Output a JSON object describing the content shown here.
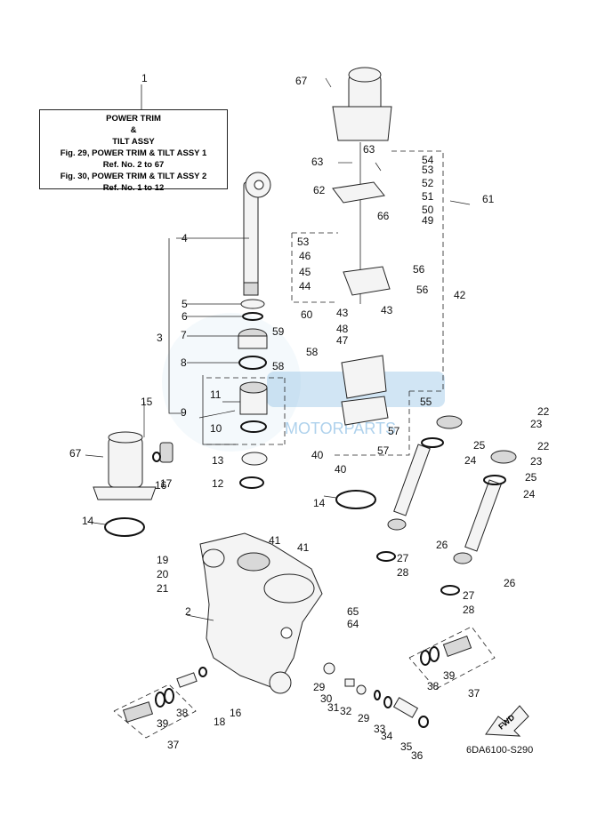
{
  "title_box": {
    "heading": "POWER TRIM",
    "amp": "&",
    "subheading": "TILT ASSY",
    "fig29": "Fig. 29, POWER TRIM & TILT ASSY 1",
    "ref29": "Ref. No. 2 to 67",
    "fig30": "Fig. 30, POWER TRIM & TILT ASSY 2",
    "ref30": "Ref. No. 1 to 12"
  },
  "diagram_code": "6DA6100-S290",
  "fwd_label": "FWD",
  "watermark_text": "MOTORPARTS",
  "callouts": [
    "1",
    "2",
    "3",
    "4",
    "5",
    "6",
    "7",
    "8",
    "9",
    "10",
    "11",
    "12",
    "13",
    "14",
    "14",
    "15",
    "16",
    "16",
    "17",
    "18",
    "19",
    "20",
    "21",
    "22",
    "22",
    "23",
    "23",
    "24",
    "24",
    "25",
    "25",
    "26",
    "26",
    "27",
    "27",
    "28",
    "28",
    "29",
    "29",
    "30",
    "31",
    "32",
    "33",
    "34",
    "35",
    "36",
    "37",
    "37",
    "38",
    "38",
    "39",
    "39",
    "40",
    "40",
    "41",
    "41",
    "42",
    "43",
    "43",
    "44",
    "45",
    "46",
    "47",
    "48",
    "49",
    "50",
    "51",
    "52",
    "53",
    "53",
    "54",
    "55",
    "56",
    "56",
    "57",
    "57",
    "58",
    "58",
    "59",
    "60",
    "61",
    "62",
    "63",
    "63",
    "64",
    "65",
    "66",
    "67",
    "67"
  ]
}
